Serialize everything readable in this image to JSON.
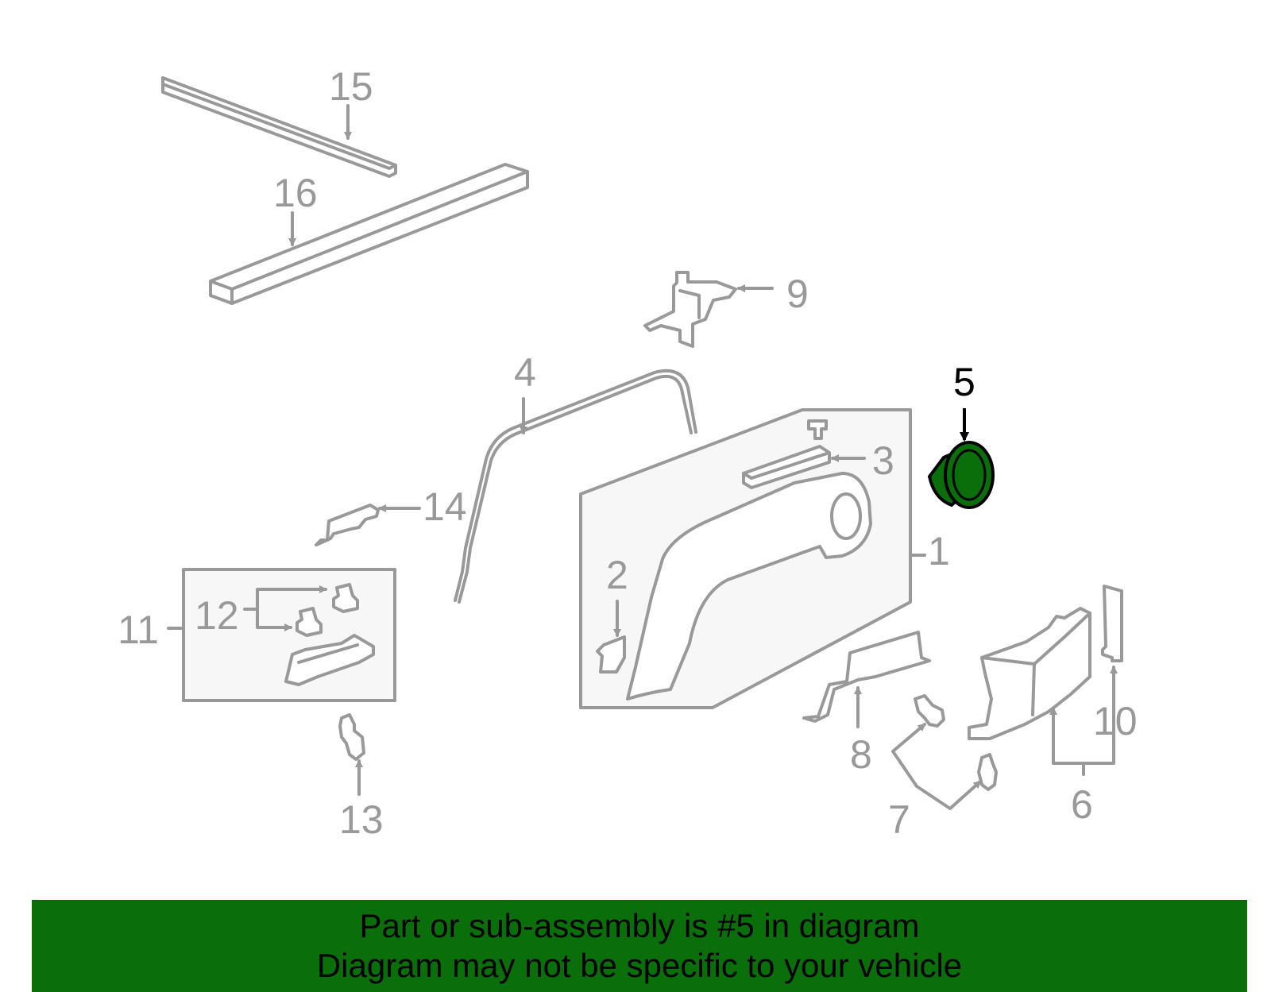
{
  "diagram": {
    "callouts": [
      {
        "id": "1",
        "label": "1"
      },
      {
        "id": "2",
        "label": "2"
      },
      {
        "id": "3",
        "label": "3"
      },
      {
        "id": "4",
        "label": "4"
      },
      {
        "id": "5",
        "label": "5",
        "highlighted": true
      },
      {
        "id": "6",
        "label": "6"
      },
      {
        "id": "7",
        "label": "7"
      },
      {
        "id": "8",
        "label": "8"
      },
      {
        "id": "9",
        "label": "9"
      },
      {
        "id": "10",
        "label": "10"
      },
      {
        "id": "11",
        "label": "11"
      },
      {
        "id": "12",
        "label": "12"
      },
      {
        "id": "13",
        "label": "13"
      },
      {
        "id": "14",
        "label": "14"
      },
      {
        "id": "15",
        "label": "15"
      },
      {
        "id": "16",
        "label": "16"
      }
    ],
    "colors": {
      "line": "#999999",
      "highlight_fill": "#0a6e0a",
      "highlight_stroke": "#000000"
    }
  },
  "banner": {
    "line1": "Part or sub-assembly is #5 in diagram",
    "line2": "Diagram may not be specific to your vehicle",
    "color": "#0a6e0a"
  }
}
